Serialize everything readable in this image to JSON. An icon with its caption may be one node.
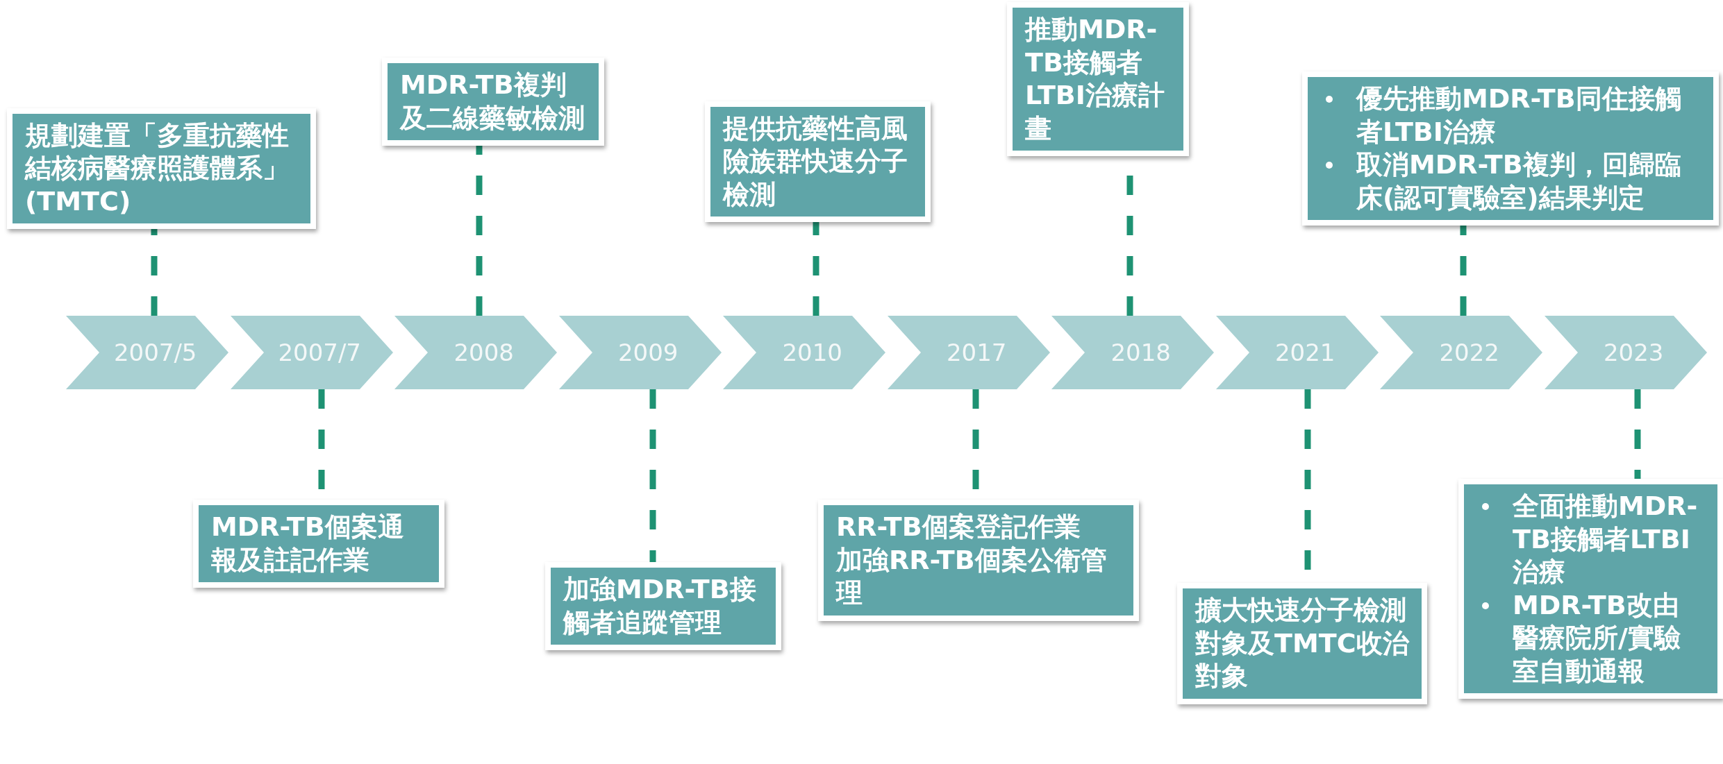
{
  "diagram": {
    "nodes": [
      {
        "text": [
          "2007/5"
        ]
      },
      {
        "text": [
          "2007/7"
        ]
      },
      {
        "text": [
          "2008"
        ]
      },
      {
        "text": [
          "2009"
        ]
      },
      {
        "text": [
          "2010"
        ]
      },
      {
        "text": [
          "2017"
        ]
      },
      {
        "text": [
          "2018"
        ]
      },
      {
        "text": [
          "2021"
        ]
      },
      {
        "text": [
          "2022"
        ]
      },
      {
        "text": [
          "2023"
        ]
      },
      {
        "text": [
          "規劃建置「多重抗藥性結核病醫療照護體系」(TMTC)"
        ]
      },
      {
        "text": [
          "MDR-TB個案通報及註記作業"
        ]
      },
      {
        "text": [
          "MDR-TB複判及二線藥敏檢測"
        ]
      },
      {
        "text": [
          "加強MDR-TB接觸者追蹤管理"
        ]
      },
      {
        "text": [
          "提供抗藥性高風險族群快速分子檢測"
        ]
      },
      {
        "text": [
          "RR-TB個案登記作業",
          "加強RR-TB個案公衛管理"
        ]
      },
      {
        "text": [
          "推動MDR-TB接觸者LTBI治療計畫"
        ]
      },
      {
        "text": [
          "擴大快速分子檢測對象及TMTC收治對象"
        ]
      },
      {
        "text": [
          "優先推動MDR-TB同住接觸者LTBI治療",
          "取消MDR-TB複判，回歸臨床(認可實驗室)結果判定"
        ]
      },
      {
        "text": [
          "全面推動MDR-TB接觸者LTBI治療",
          "MDR-TB改由醫療院所/實驗室自動通報"
        ]
      }
    ],
    "edges": [
      {
        "from": 0,
        "to": 10,
        "arrow": "none",
        "style": "dashed"
      },
      {
        "from": 1,
        "to": 11,
        "arrow": "none",
        "style": "dashed"
      },
      {
        "from": 2,
        "to": 12,
        "arrow": "none",
        "style": "dashed"
      },
      {
        "from": 3,
        "to": 13,
        "arrow": "none",
        "style": "dashed"
      },
      {
        "from": 4,
        "to": 14,
        "arrow": "none",
        "style": "dashed"
      },
      {
        "from": 5,
        "to": 15,
        "arrow": "none",
        "style": "dashed"
      },
      {
        "from": 6,
        "to": 16,
        "arrow": "none",
        "style": "dashed"
      },
      {
        "from": 7,
        "to": 17,
        "arrow": "none",
        "style": "dashed"
      },
      {
        "from": 8,
        "to": 18,
        "arrow": "none",
        "style": "dashed"
      },
      {
        "from": 9,
        "to": 19,
        "arrow": "none",
        "style": "dashed"
      }
    ]
  }
}
